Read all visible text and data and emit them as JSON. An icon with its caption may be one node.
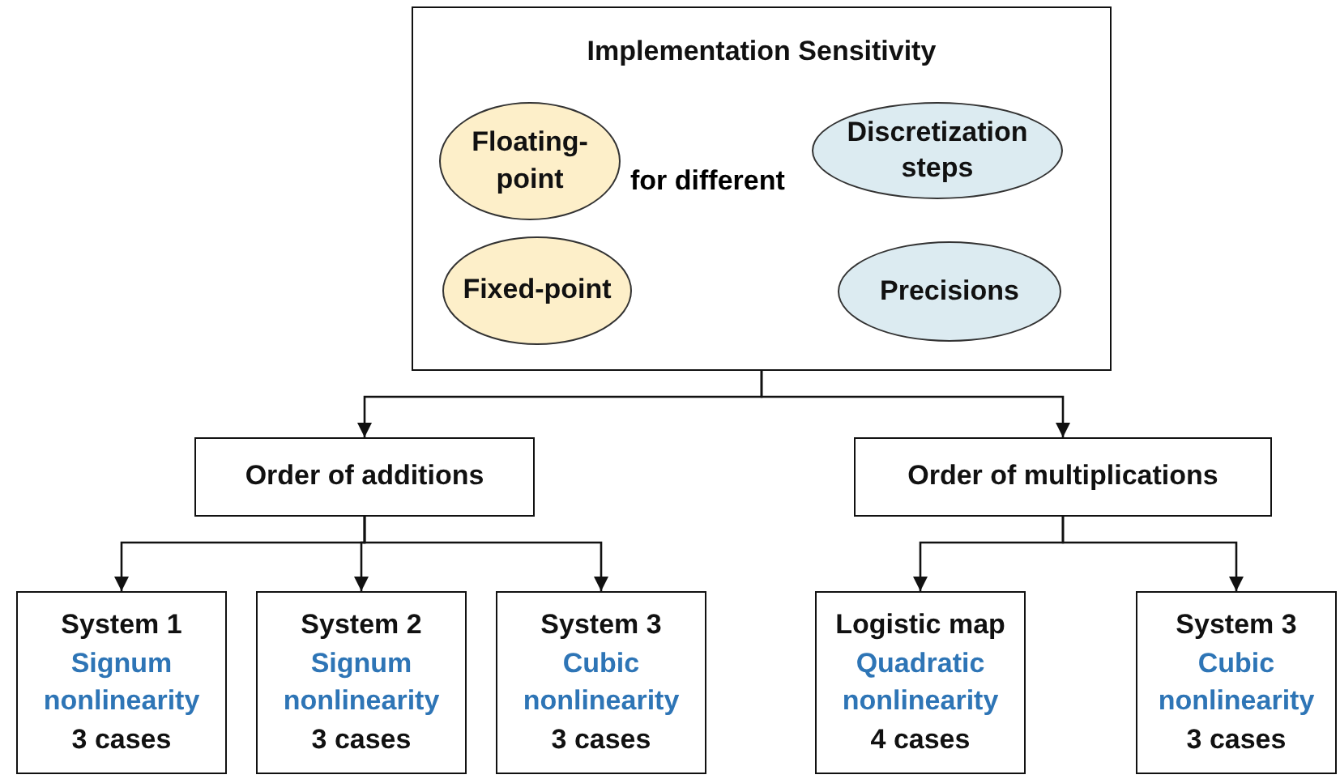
{
  "diagram": {
    "nodes": [
      {
        "text": [
          "Implementation Sensitivity"
        ]
      },
      {
        "text": [
          "Floating-point"
        ],
        "in": 0
      },
      {
        "text": [
          "Discretization steps"
        ],
        "in": 0
      },
      {
        "text": [
          "Fixed-point"
        ],
        "in": 0
      },
      {
        "text": [
          "Precisions"
        ],
        "in": 0
      },
      {
        "text": [
          "Order of additions"
        ]
      },
      {
        "text": [
          "Order of multiplications"
        ]
      },
      {
        "text": [
          "System 1",
          "Signum nonlinearity",
          "3 cases"
        ]
      },
      {
        "text": [
          "System 2",
          "Signum nonlinearity",
          "3 cases"
        ]
      },
      {
        "text": [
          "System 3",
          "Cubic nonlinearity",
          "3 cases"
        ]
      },
      {
        "text": [
          "Logistic map",
          "Quadratic nonlinearity",
          "4 cases"
        ]
      },
      {
        "text": [
          "System 3",
          "Cubic nonlinearity",
          "3 cases"
        ]
      }
    ],
    "edges": [
      {
        "from": 0,
        "to": 5,
        "arrow": "to"
      },
      {
        "from": 0,
        "to": 6,
        "arrow": "to"
      },
      {
        "from": 5,
        "to": 7,
        "arrow": "to"
      },
      {
        "from": 5,
        "to": 8,
        "arrow": "to"
      },
      {
        "from": 5,
        "to": 9,
        "arrow": "to"
      },
      {
        "from": 6,
        "to": 10,
        "arrow": "to"
      },
      {
        "from": 6,
        "to": 11,
        "arrow": "to"
      }
    ],
    "labels": [
      "for different"
    ]
  }
}
